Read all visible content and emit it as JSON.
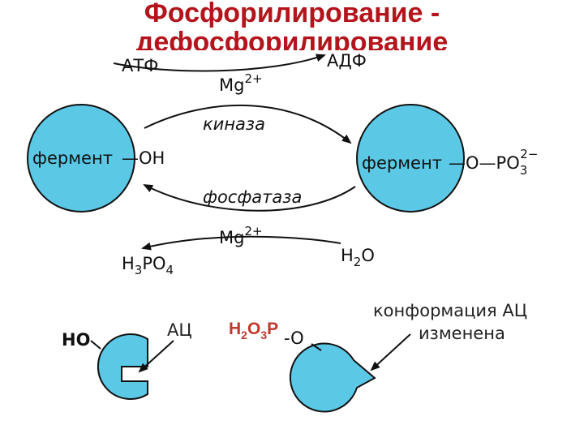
{
  "title": {
    "line1": "Фосфорилирование -",
    "line2": "дефосфорилирование"
  },
  "reaction": {
    "atp": "АТФ",
    "adp": "АДФ",
    "mg_top": "Mg",
    "mg_top_charge": "2+",
    "kinase": "киназа",
    "phosphatase": "фосфатаза",
    "mg_bottom": "Mg",
    "mg_bottom_charge": "2+",
    "enzyme_left": "фермент",
    "oh": "—OH",
    "enzyme_right": "фермент",
    "o_po": "—O—PO",
    "po_sub": "3",
    "po_sup": "2−",
    "h3po4_h": "H",
    "h3po4_sub1": "3",
    "h3po4_po": "PO",
    "h3po4_sub2": "4",
    "h2o_h": "H",
    "h2o_sub": "2",
    "h2o_o": "O"
  },
  "active_site": {
    "ho": "HO",
    "label": "АЦ",
    "h2o3p_h": "H",
    "h2o3p_sub1": "2",
    "h2o3p_o": "O",
    "h2o3p_sub2": "3",
    "h2o3p_p": "P",
    "o_link": "-O",
    "conformation_line1": "конформация АЦ",
    "conformation_line2": "изменена"
  },
  "colors": {
    "enzyme_fill": "#5bc8e6",
    "title": "#b4141b",
    "phospho_group": "#c0392b"
  }
}
